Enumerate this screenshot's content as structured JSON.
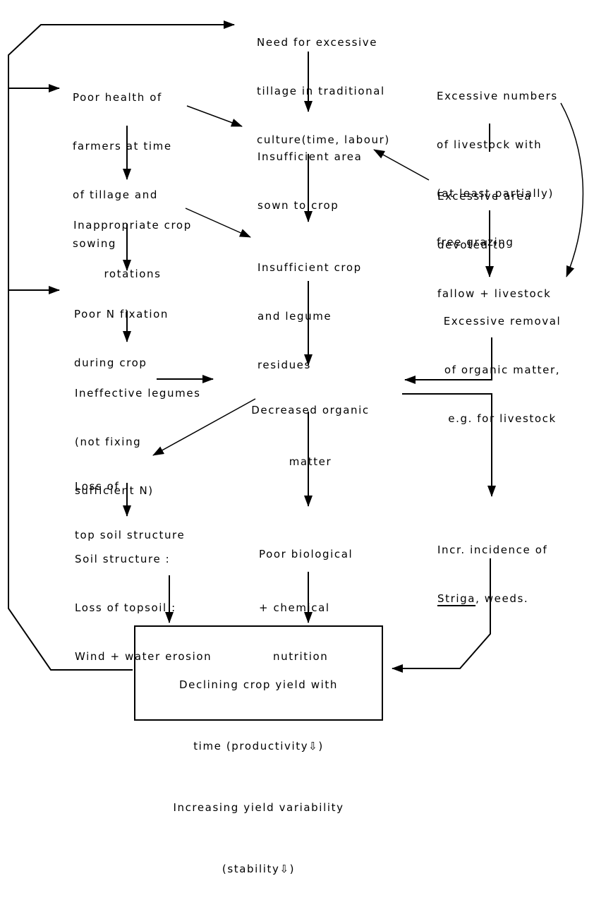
{
  "diagram": {
    "type": "flowchart",
    "subject": "Causes of declining crop yield and increasing yield variability",
    "colors": {
      "ink": "#000000",
      "background": "#ffffff"
    },
    "nodes": {
      "tillage": {
        "lines": [
          "Need for excessive",
          "tillage in traditional",
          "culture(time, labour)"
        ]
      },
      "health": {
        "lines": [
          "Poor health of",
          "farmers at time",
          "of tillage and",
          "sowing"
        ]
      },
      "livestock_numbers": {
        "lines": [
          "Excessive numbers",
          "of livestock with",
          "(at least partially)",
          "free grazing"
        ]
      },
      "insufficient_area": {
        "lines": [
          "Insufficient area",
          "sown to crop"
        ]
      },
      "fallow_area": {
        "lines": [
          "Excessive area",
          "devoted to",
          "fallow + livestock"
        ]
      },
      "rotations": {
        "lines": [
          "Inappropriate crop",
          "rotations"
        ]
      },
      "residues": {
        "lines": [
          "Insufficient crop",
          "and legume",
          "residues"
        ]
      },
      "n_fixation": {
        "lines": [
          "Poor N fixation",
          "during crop"
        ]
      },
      "removal": {
        "lines": [
          "Excessive removal",
          "of organic matter,",
          "e.g. for livestock"
        ]
      },
      "legumes": {
        "lines": [
          "Ineffective legumes",
          "(not fixing",
          "sufficient N)"
        ]
      },
      "organic_matter": {
        "lines": [
          "Decreased organic",
          "matter"
        ]
      },
      "topsoil_structure": {
        "lines": [
          "Loss of",
          "top soil structure"
        ]
      },
      "erosion": {
        "lines": [
          "Soil structure :",
          "Loss of topsoil :",
          "Wind + water erosion"
        ]
      },
      "nutrition": {
        "lines": [
          "Poor biological",
          "+ chemical",
          "nutrition"
        ]
      },
      "striga": {
        "line1": "Incr. incidence of",
        "underlined": "Striga",
        "rest": ", weeds."
      },
      "yield": {
        "lines": [
          "Declining crop yield with",
          "time (productivity⇩)",
          "Increasing yield variability",
          "(stability⇩)"
        ]
      }
    },
    "edges": [
      {
        "from": "yield",
        "to": "tillage",
        "kind": "feedback-loop"
      },
      {
        "from": "yield",
        "to": "health",
        "kind": "feedback-loop"
      },
      {
        "from": "yield",
        "to": "n_fixation",
        "kind": "feedback-loop"
      },
      {
        "from": "tillage",
        "to": "insufficient_area"
      },
      {
        "from": "health",
        "to": "insufficient_area"
      },
      {
        "from": "health",
        "to": "rotations"
      },
      {
        "from": "livestock_numbers",
        "to": "fallow_area",
        "kind": "line"
      },
      {
        "from": "livestock_numbers",
        "to": "removal",
        "kind": "curved"
      },
      {
        "from": "fallow_area",
        "to": "insufficient_area"
      },
      {
        "from": "fallow_area",
        "to": "removal"
      },
      {
        "from": "insufficient_area",
        "to": "residues"
      },
      {
        "from": "rotations",
        "to": "residues"
      },
      {
        "from": "rotations",
        "to": "n_fixation"
      },
      {
        "from": "n_fixation",
        "to": "legumes"
      },
      {
        "from": "residues",
        "to": "organic_matter"
      },
      {
        "from": "legumes",
        "to": "organic_matter"
      },
      {
        "from": "removal",
        "to": "organic_matter"
      },
      {
        "from": "organic_matter",
        "to": "topsoil_structure"
      },
      {
        "from": "organic_matter",
        "to": "nutrition"
      },
      {
        "from": "organic_matter",
        "to": "striga"
      },
      {
        "from": "topsoil_structure",
        "to": "erosion"
      },
      {
        "from": "erosion",
        "to": "yield"
      },
      {
        "from": "nutrition",
        "to": "yield"
      },
      {
        "from": "striga",
        "to": "yield"
      }
    ]
  }
}
